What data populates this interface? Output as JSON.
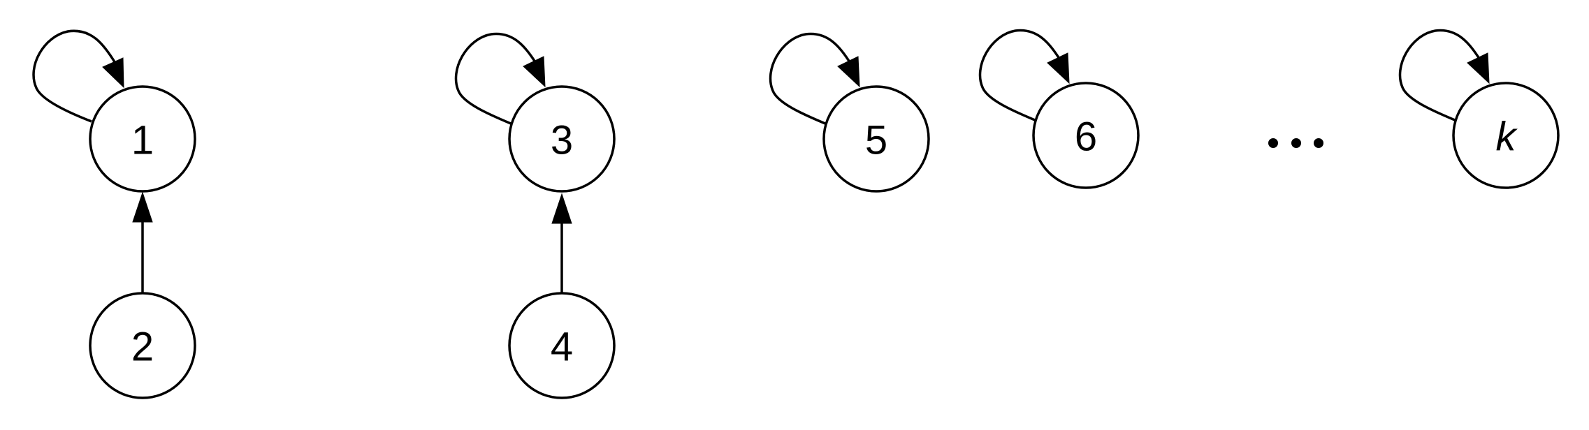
{
  "diagram": {
    "nodes": [
      {
        "id": "n1",
        "label": "1",
        "italic": false
      },
      {
        "id": "n2",
        "label": "2",
        "italic": false
      },
      {
        "id": "n3",
        "label": "3",
        "italic": false
      },
      {
        "id": "n4",
        "label": "4",
        "italic": false
      },
      {
        "id": "n5",
        "label": "5",
        "italic": false
      },
      {
        "id": "n6",
        "label": "6",
        "italic": false
      },
      {
        "id": "nk",
        "label": "k",
        "italic": true
      }
    ],
    "edges": [
      {
        "from": "n1",
        "to": "n1",
        "type": "self-loop"
      },
      {
        "from": "n2",
        "to": "n1",
        "type": "straight"
      },
      {
        "from": "n3",
        "to": "n3",
        "type": "self-loop"
      },
      {
        "from": "n4",
        "to": "n3",
        "type": "straight"
      },
      {
        "from": "n5",
        "to": "n5",
        "type": "self-loop"
      },
      {
        "from": "n6",
        "to": "n6",
        "type": "self-loop"
      },
      {
        "from": "nk",
        "to": "nk",
        "type": "self-loop"
      }
    ],
    "ellipsis": "...",
    "colors": {
      "stroke": "#000000",
      "fill": "#ffffff",
      "background": "#ffffff"
    }
  }
}
